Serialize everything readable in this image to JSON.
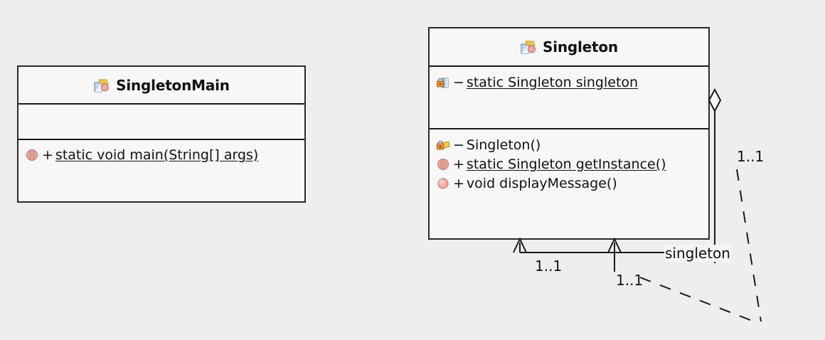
{
  "diagram": {
    "kind": "uml-class-diagram",
    "background_color": "#eeeeee",
    "classes": [
      {
        "id": "singleton-main",
        "name": "SingletonMain",
        "icon": "class-icon",
        "attributes": [],
        "operations": [
          {
            "icon": "public-static-method-icon",
            "visibility": "+",
            "signature": "static void main(String[] args)",
            "static": true
          }
        ]
      },
      {
        "id": "singleton",
        "name": "Singleton",
        "icon": "class-icon",
        "attributes": [
          {
            "icon": "private-static-field-icon",
            "visibility": "−",
            "signature": "static Singleton singleton",
            "static": true
          }
        ],
        "operations": [
          {
            "icon": "private-constructor-icon",
            "visibility": "−",
            "signature": "Singleton()",
            "static": false
          },
          {
            "icon": "public-static-method-icon",
            "visibility": "+",
            "signature": "static Singleton getInstance()",
            "static": true
          },
          {
            "icon": "public-method-icon",
            "visibility": "+",
            "signature": "void displayMessage()",
            "static": false
          }
        ]
      }
    ],
    "relationships": [
      {
        "id": "aggregation-singleton",
        "type": "aggregation",
        "end_decoration": "hollow-diamond",
        "role_label": "singleton",
        "multiplicity": "1..1"
      },
      {
        "id": "dependency-left",
        "type": "dependency",
        "end_decoration": "open-arrow",
        "multiplicity": "1..1"
      },
      {
        "id": "dependency-right",
        "type": "dependency",
        "end_decoration": "open-arrow",
        "multiplicity": "1..1"
      }
    ],
    "labels": {
      "mult_right_top": "1..1",
      "mult_bottom_left": "1..1",
      "mult_bottom_mid": "1..1",
      "role_singleton": "singleton"
    },
    "colors": {
      "background": "#eeeeee",
      "class_fill": "#f7f7f7",
      "class_border": "#2b2b2b",
      "line": "#1a1a1a",
      "text": "#111111",
      "icon_pink": "#e8a79e",
      "icon_blue": "#a9cde8",
      "icon_yellow": "#f2c64a"
    }
  }
}
